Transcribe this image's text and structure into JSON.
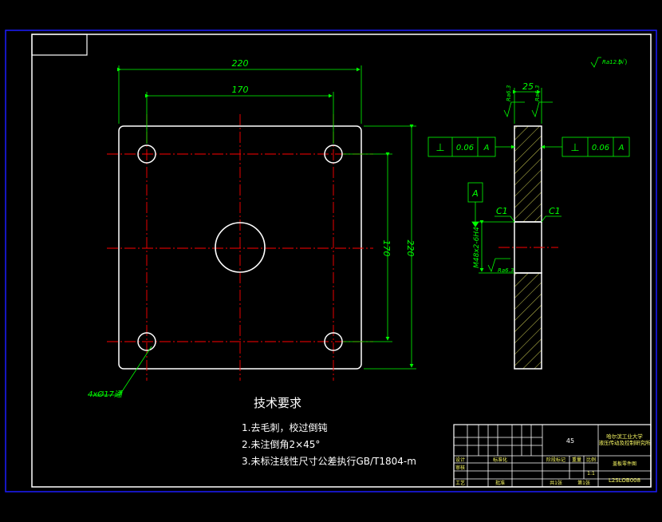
{
  "colors": {
    "background": "#000000",
    "outer_border": "#1c1cff",
    "frame": "#ffffff",
    "dimension": "#00ff00",
    "center_line": "#ff0000",
    "hatch": "#ffff66",
    "note_text": "#ffffff"
  },
  "plan_view": {
    "dim_overall_width": "220",
    "dim_hole_spacing_x": "170",
    "dim_hole_spacing_y": "170",
    "dim_overall_height": "220",
    "hole_callout": "4xØ17通"
  },
  "section_view": {
    "dim_thickness": "25",
    "roughness_left": "Ra6.3",
    "roughness_right": "Ra6.3",
    "roughness_bore": "Ra6.3",
    "chamfer_left": "C1",
    "chamfer_right": "C1",
    "datum_label": "A",
    "bore_callout": "M48x2-6H4",
    "tol_left": {
      "symbol": "⊥",
      "value": "0.06",
      "datum": "A"
    },
    "tol_right": {
      "symbol": "⊥",
      "value": "0.06",
      "datum": "A"
    }
  },
  "surface_finish_note": "Ra12.5",
  "tech_requirements": {
    "title": "技术要求",
    "items": [
      "1.去毛刺，校过倒钝",
      "2.未注倒角2×45°",
      "3.未标注线性尺寸公差执行GB/T1804-m"
    ]
  },
  "title_block": {
    "material": "45",
    "institution": "哈尔滨工业大学\n液压传动及控制研究所",
    "part_name": "盖板零件图",
    "drawing_no": "L2SLOB008",
    "labels": {
      "designer": "设计",
      "checker": "审核",
      "process": "工艺",
      "standard": "标准化",
      "approve": "批准",
      "stage": "阶段标记",
      "weight": "重量",
      "scale": "比例",
      "scale_value": "1:1",
      "sheets": "共1张",
      "sheet": "第1张"
    }
  }
}
